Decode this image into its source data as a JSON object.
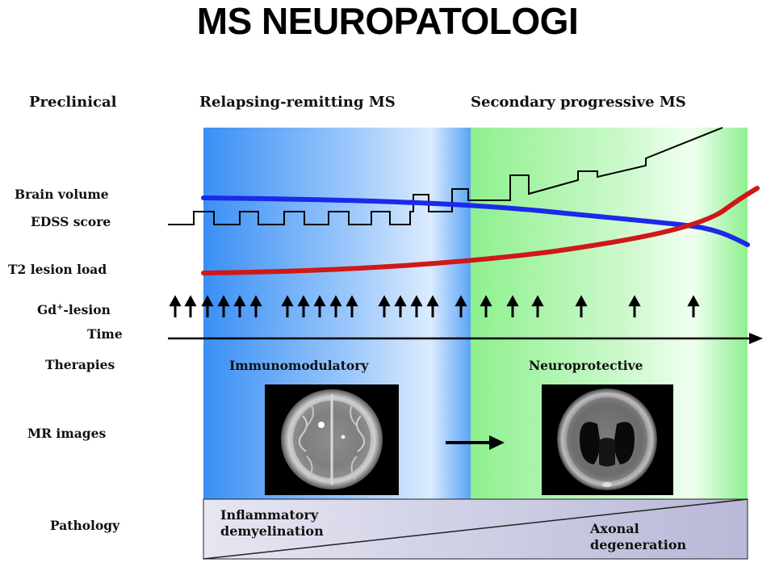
{
  "title": "MS NEUROPATOLOGI",
  "phases": {
    "preclinical": "Preclinical",
    "relapsing": "Relapsing-remitting MS",
    "secondary": "Secondary progressive MS"
  },
  "rows": {
    "brain_volume": "Brain volume",
    "edss": "EDSS score",
    "t2": "T2 lesion load",
    "gd_base": "Gd",
    "gd_sup": "+",
    "gd_suffix": "-lesion",
    "time": "Time",
    "therapies": "Therapies",
    "mr_images": "MR images",
    "pathology": "Pathology"
  },
  "therapies": {
    "immuno": "Immunomodulatory",
    "neuro": "Neuroprotective"
  },
  "pathology": {
    "inflammatory_line1": "Inflammatory",
    "inflammatory_line2": "demyelination",
    "axonal_line1": "Axonal",
    "axonal_line2": "degeneration"
  },
  "colors": {
    "relapsing_bg": "#3a8ff5",
    "secondary_bg": "#8ef08e",
    "brain_volume_curve": "#1a2ae8",
    "t2_curve": "#d01818",
    "edss_line": "#000000"
  }
}
